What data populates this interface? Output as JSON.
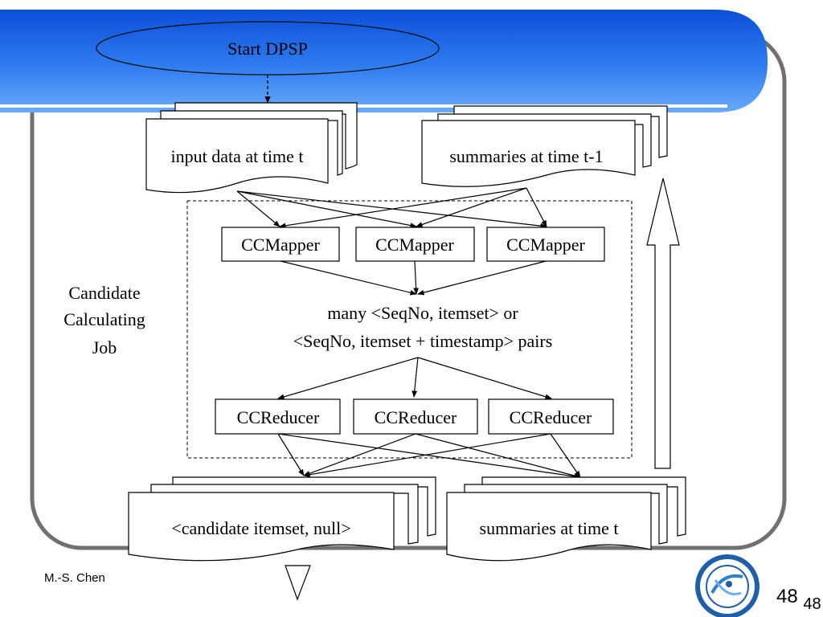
{
  "slide": {
    "start_label": "Start DPSP",
    "job_label_lines": [
      "Candidate",
      "Calculating",
      "Job"
    ],
    "input_doc": "input data at time t",
    "summaries_prev": "summaries at time t-1",
    "mappers": [
      "CCMapper",
      "CCMapper",
      "CCMapper"
    ],
    "pairs_lines": [
      "many <SeqNo, itemset> or",
      "<SeqNo, itemset + timestamp> pairs"
    ],
    "reducers": [
      "CCReducer",
      "CCReducer",
      "CCReducer"
    ],
    "candidate_doc": "<candidate itemset, null>",
    "summaries_t": "summaries at time t",
    "author": "M.-S. Chen",
    "page_number": "48",
    "page_number_sub": "48"
  },
  "colors": {
    "banner_dark": "#0b55e0",
    "banner_light": "#6aaaf8",
    "frame": "#707070",
    "emblem_blue": "#1f5fa8"
  }
}
